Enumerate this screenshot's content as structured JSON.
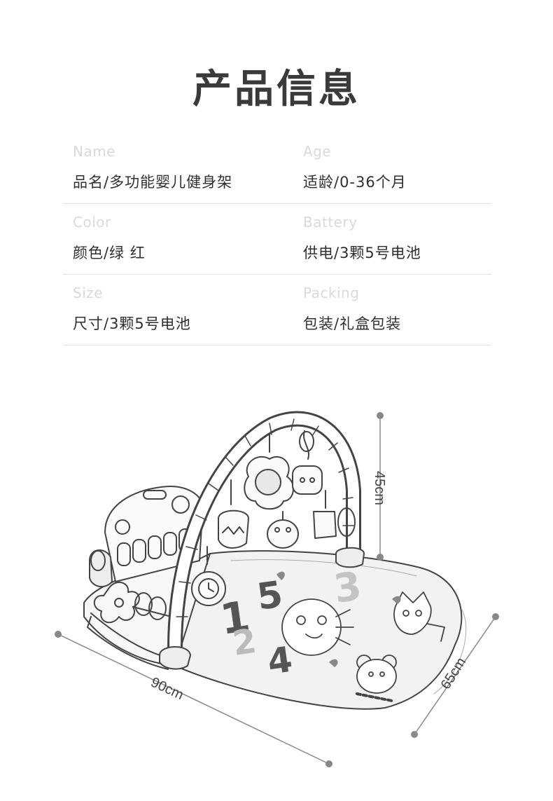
{
  "title": "产品信息",
  "info_rows": [
    {
      "left": {
        "en": "Name",
        "cn": "品名/多功能婴儿健身架"
      },
      "right": {
        "en": "Age",
        "cn": "适龄/0-36个月"
      }
    },
    {
      "left": {
        "en": "Color",
        "cn": "颜色/绿 红"
      },
      "right": {
        "en": "Battery",
        "cn": "供电/3颗5号电池"
      }
    },
    {
      "left": {
        "en": "Size",
        "cn": "尺寸/3颗5号电池"
      },
      "right": {
        "en": "Packing",
        "cn": "包装/礼盒包装"
      }
    }
  ],
  "dimensions": {
    "height": "45cm",
    "length": "90cm",
    "width": "65cm"
  },
  "mat_numbers": [
    "1",
    "2",
    "3",
    "4",
    "5"
  ],
  "colors": {
    "title": "#3a3a3a",
    "label_en": "#d9d9d9",
    "label_cn": "#2f2f2f",
    "divider": "#e3e3e3",
    "line_art": "#444444"
  }
}
